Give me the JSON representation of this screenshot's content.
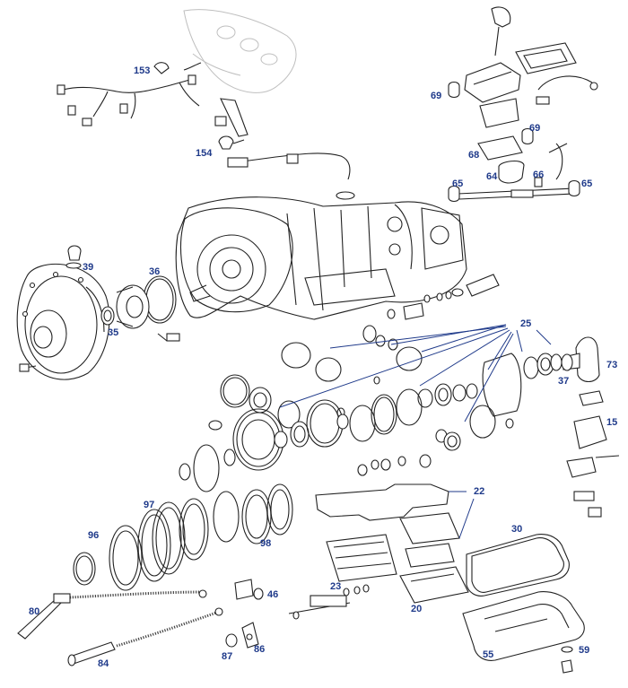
{
  "labels": {
    "l153": "153",
    "l154": "154",
    "l69a": "69",
    "l69b": "69",
    "l68": "68",
    "l64": "64",
    "l66": "66",
    "l65a": "65",
    "l65b": "65",
    "l39": "39",
    "l36": "36",
    "l35": "35",
    "l25": "25",
    "l73": "73",
    "l37": "37",
    "l15": "15",
    "l22": "22",
    "l97": "97",
    "l96": "96",
    "l98": "98",
    "l30": "30",
    "l80": "80",
    "l46": "46",
    "l23": "23",
    "l20": "20",
    "l84": "84",
    "l87": "87",
    "l86": "86",
    "l55": "55",
    "l59": "59"
  }
}
